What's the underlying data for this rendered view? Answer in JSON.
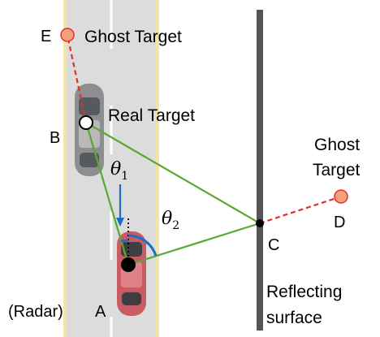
{
  "labels": {
    "point_e": "E",
    "point_b": "B",
    "point_c": "C",
    "point_d": "D",
    "point_a": "A",
    "ghost_target_top": "Ghost Target",
    "ghost_target_right_line1": "Ghost",
    "ghost_target_right_line2": "Target",
    "real_target": "Real Target",
    "radar": "(Radar)",
    "reflecting_line1": "Reflecting",
    "reflecting_line2": "surface",
    "theta1_symbol": "θ",
    "theta1_sub": "1",
    "theta2_symbol": "θ",
    "theta2_sub": "2"
  },
  "colors": {
    "road": "#dcdcdc",
    "road_edge": "#f2e6a6",
    "lane_mark": "#ffffff",
    "direct_path": "#5aa832",
    "ghost_path": "#e0302b",
    "ghost_point": "#f4a07a",
    "angle_arrow": "#1a6ec8",
    "surface": "#555555",
    "real_car": "#8e8e8e",
    "radar_car": "#c95b63"
  },
  "icons": {
    "real_car": "car-topview-icon",
    "radar_car": "car-topview-icon"
  }
}
